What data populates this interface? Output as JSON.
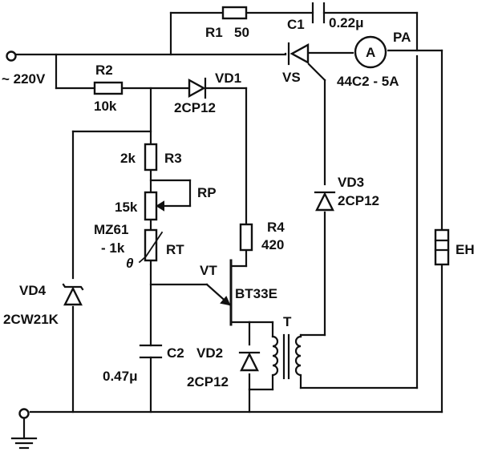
{
  "labels": {
    "r1": "R1",
    "r1_value": "50",
    "c1": "C1",
    "c1_value": "0.22μ",
    "pa": "PA",
    "a": "A",
    "vs": "VS",
    "vs_part": "44C2 - 5A",
    "supply": "~ 220V",
    "r2": "R2",
    "r2_value": "10k",
    "vd1": "VD1",
    "vd1_part": "2CP12",
    "r3_value": "2k",
    "r3": "R3",
    "rp": "RP",
    "rp_value": "15k",
    "rt_part": "MZ61",
    "rt_value": "- 1k",
    "theta": "θ",
    "rt": "RT",
    "r4": "R4",
    "r4_value": "420",
    "vd3": "VD3",
    "vd3_part": "2CP12",
    "eh": "EH",
    "vt": "VT",
    "vt_part": "BT33E",
    "vd4": "VD4",
    "vd4_part": "2CW21K",
    "t": "T",
    "c2": "C2",
    "c2_value": "0.47μ",
    "vd2": "VD2",
    "vd2_part": "2CP12"
  }
}
